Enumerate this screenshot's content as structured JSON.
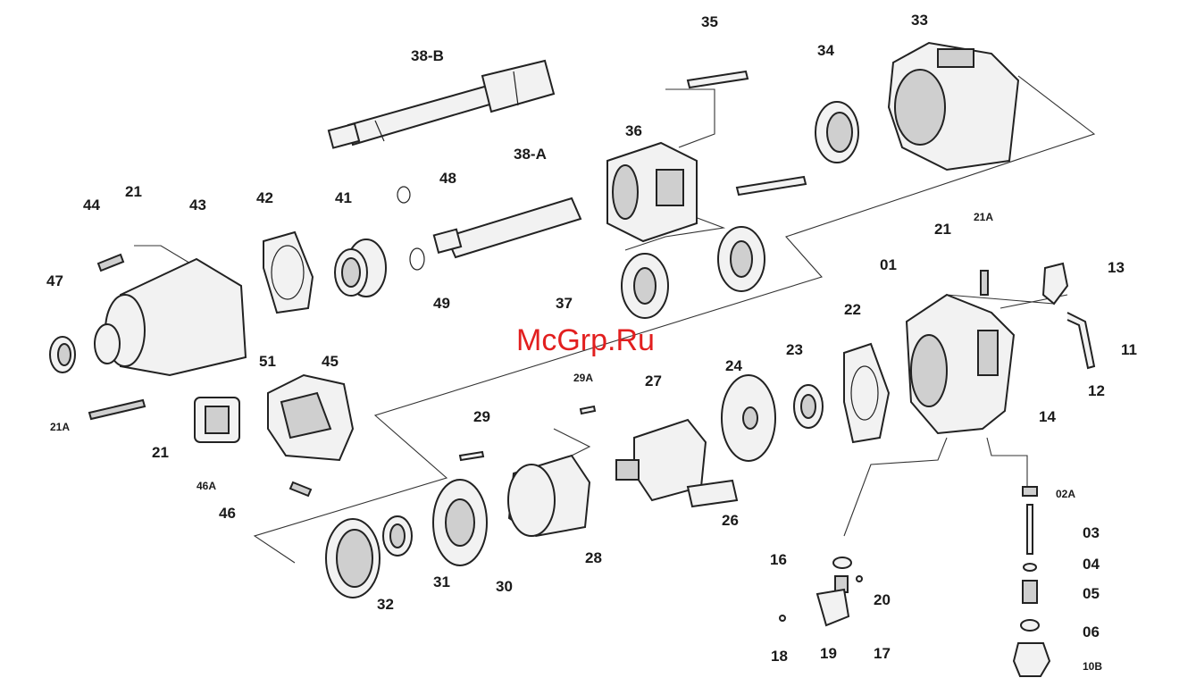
{
  "watermark": "McGrp.Ru",
  "parts": {
    "p01": "01",
    "p02A": "02A",
    "p03": "03",
    "p04": "04",
    "p05": "05",
    "p06": "06",
    "p10B": "10B",
    "p11": "11",
    "p12": "12",
    "p13": "13",
    "p14": "14",
    "p16": "16",
    "p17": "17",
    "p18": "18",
    "p19": "19",
    "p20": "20",
    "p21a": "21",
    "p21b": "21",
    "p21c": "21",
    "p21Aa": "21A",
    "p21Ab": "21A",
    "p22": "22",
    "p23": "23",
    "p24": "24",
    "p26": "26",
    "p27": "27",
    "p28": "28",
    "p29": "29",
    "p29A": "29A",
    "p30": "30",
    "p31": "31",
    "p32": "32",
    "p33": "33",
    "p34": "34",
    "p35": "35",
    "p36": "36",
    "p37": "37",
    "p38A": "38-A",
    "p38B": "38-B",
    "p41": "41",
    "p42": "42",
    "p43": "43",
    "p44": "44",
    "p45": "45",
    "p46": "46",
    "p46A": "46A",
    "p47": "47",
    "p48": "48",
    "p49": "49",
    "p51": "51"
  }
}
